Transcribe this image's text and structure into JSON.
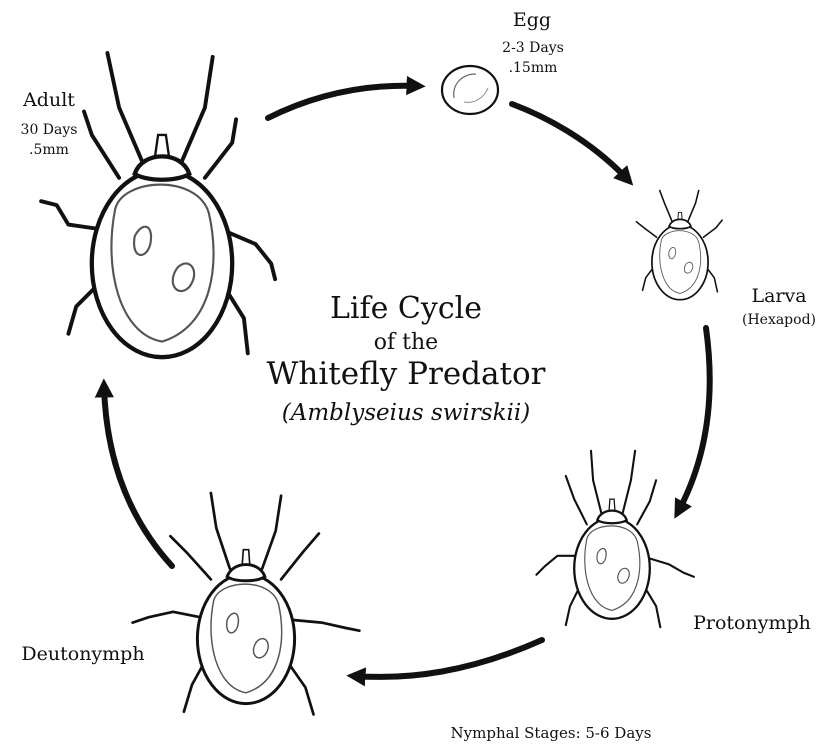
{
  "title": {
    "line1": "Life Cycle",
    "line2": "of the",
    "line3": "Whitefly Predator",
    "scientific_name": "(Amblyseius swirskii)"
  },
  "stages": {
    "egg": {
      "name": "Egg",
      "duration": "2-3 Days",
      "size": ".15mm"
    },
    "larva": {
      "name": "Larva",
      "note": "(Hexapod)"
    },
    "protonymph": {
      "name": "Protonymph"
    },
    "deutonymph": {
      "name": "Deutonymph"
    },
    "adult": {
      "name": "Adult",
      "duration": "30 Days",
      "size": ".5mm"
    }
  },
  "footer": {
    "nymphal_note": "Nymphal Stages: 5-6 Days"
  },
  "colors": {
    "ink": "#111111",
    "background": "#ffffff"
  }
}
